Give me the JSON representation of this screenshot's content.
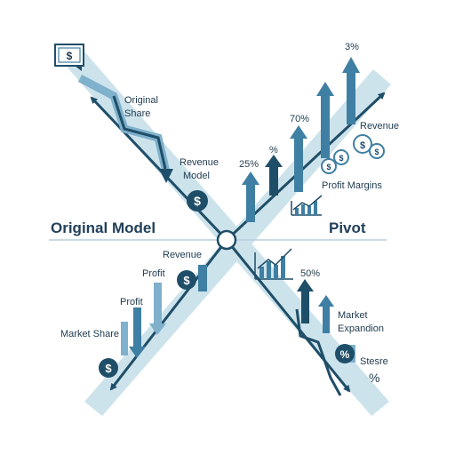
{
  "headings": {
    "left": "Original Model",
    "right": "Pivot"
  },
  "labels": {
    "original_share_1": "Original",
    "original_share_2": "Share",
    "revenue_model_1": "Revenue",
    "revenue_model_2": "Model",
    "pct_25": "25%",
    "pct": "%",
    "pct_70": "70%",
    "pct_3": "3%",
    "revenue_right": "Revenue",
    "profit_margins": "Profit Margins",
    "revenue_left": "Revenue",
    "profit_1": "Profit",
    "profit_2": "Profit",
    "market_share": "Market Share",
    "pct_50": "50%",
    "market_expansion_1": "Market",
    "market_expansion_2": "Expandion",
    "stesre": "Stesre",
    "pct_bottom": "%"
  },
  "glyphs": {
    "dollar": "$",
    "percent": "%"
  },
  "colors": {
    "band": "#cde3ec",
    "dark": "#1f4e68",
    "mid": "#3f7fa3",
    "light": "#7fb0cc",
    "divider": "#b5cfdb"
  }
}
